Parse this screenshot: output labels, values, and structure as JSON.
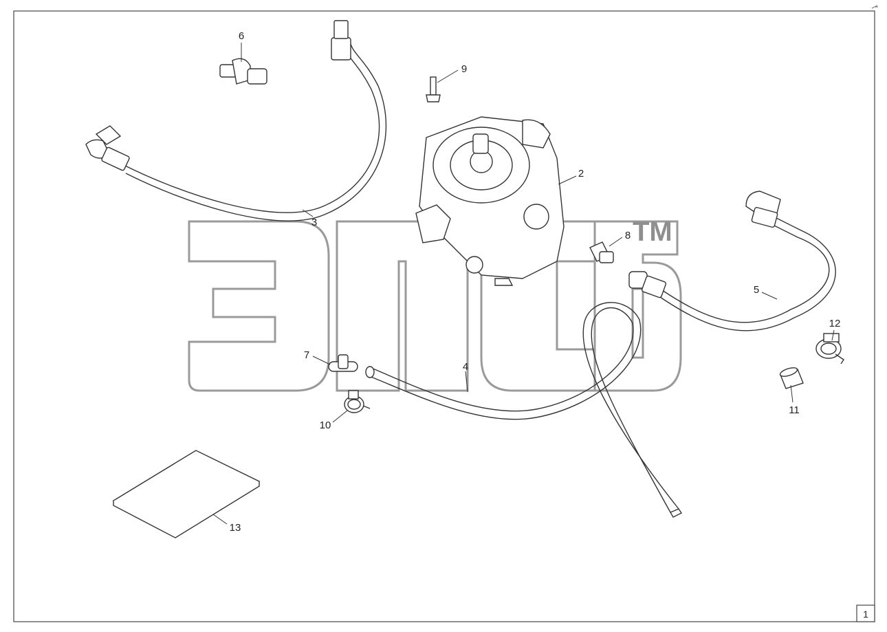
{
  "sheet": {
    "page_number": "1"
  },
  "watermark": {
    "trademark": "TM"
  },
  "callouts": [
    {
      "id": "c1",
      "label": "2"
    },
    {
      "id": "c2",
      "label": "3"
    },
    {
      "id": "c3",
      "label": "4"
    },
    {
      "id": "c4",
      "label": "5"
    },
    {
      "id": "c5",
      "label": "6"
    },
    {
      "id": "c6",
      "label": "7"
    },
    {
      "id": "c7",
      "label": "8"
    },
    {
      "id": "c8",
      "label": "9"
    },
    {
      "id": "c9",
      "label": "10"
    },
    {
      "id": "c10",
      "label": "11"
    },
    {
      "id": "c11",
      "label": "12"
    },
    {
      "id": "c12",
      "label": "13"
    }
  ],
  "colors": {
    "line": "#333333",
    "watermark": "#8f8f8f",
    "frame": "#444444"
  }
}
